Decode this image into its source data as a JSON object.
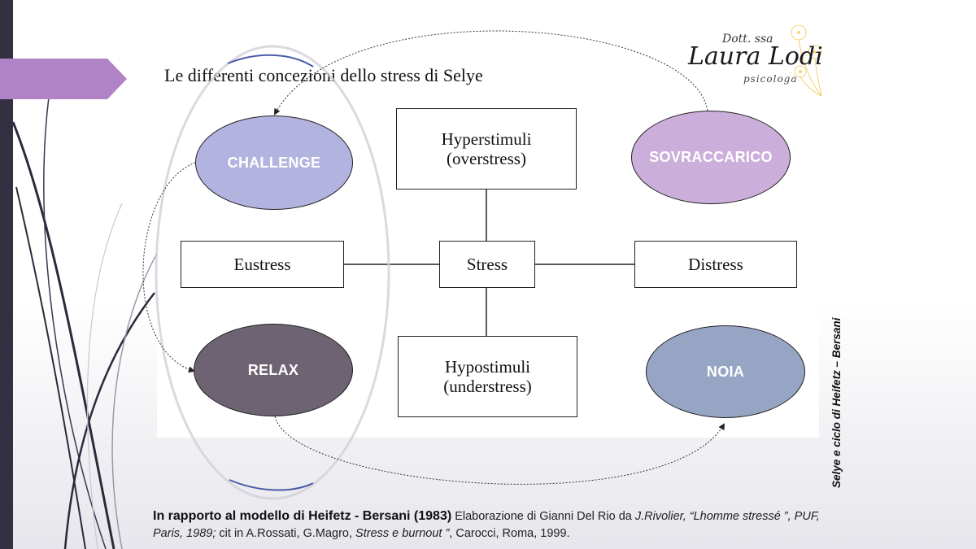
{
  "diagram": {
    "title": "Le differenti concezioni dello stress di Selye",
    "boxes": {
      "hyperstimuli": "Hyperstimuli\n(overstress)",
      "eustress": "Eustress",
      "stress": "Stress",
      "distress": "Distress",
      "hypostimuli": "Hypostimuli\n(understress)"
    },
    "ellipses": {
      "challenge": "CHALLENGE",
      "sovraccarico": "SOVRACCARICO",
      "relax": "RELAX",
      "noia": "NOIA"
    }
  },
  "logo": {
    "prefix": "Dott. ssa",
    "name": "Laura Lodi",
    "role": "psicologa"
  },
  "caption": {
    "bold": "In rapporto al modello di Heifetz - Bersani (1983",
    "paren": ")",
    "t1": "  Elaborazione di Gianni Del Rio da ",
    "i1": "J.Rivolier,  “Lhomme stressé ”, PUF, Paris, 1989;",
    "t2": " cit in A.Rossati, G.Magro, ",
    "i2": "Stress e burnout ”",
    "t3": ", Carocci, Roma, 1999."
  },
  "side_label": "Selye e ciclo di Heifetz – Bersani",
  "colors": {
    "challenge": "#b3b3df",
    "sovraccarico": "#ccaedb",
    "relax": "#6e6372",
    "noia": "#97a5c4",
    "tab": "#b083c6",
    "bar": "#343042"
  }
}
